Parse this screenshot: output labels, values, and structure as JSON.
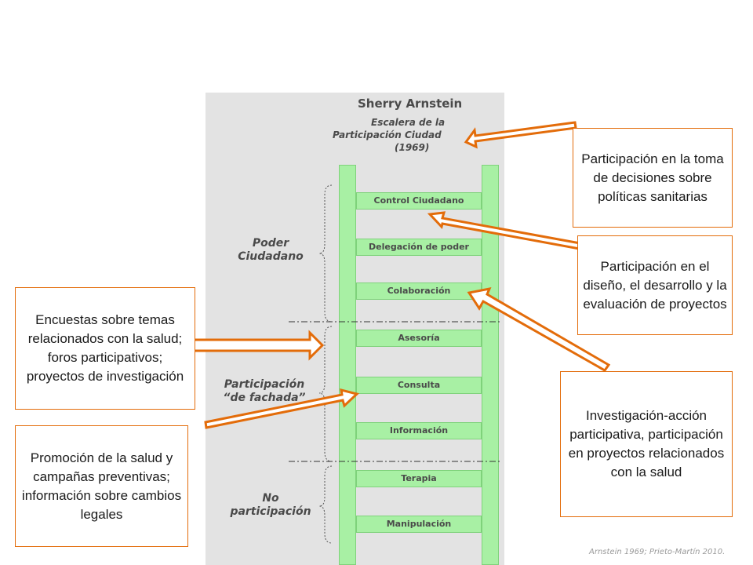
{
  "diagram": {
    "title": {
      "author": "Sherry Arnstein",
      "line1": "Escalera de la",
      "line2": "Participación Ciudad",
      "line3": "(1969)"
    },
    "groups": {
      "poder": [
        "Poder",
        "Ciudadano"
      ],
      "fachada": [
        "Participación",
        "“de fachada”"
      ],
      "no": [
        "No",
        "participación"
      ]
    },
    "rungs": [
      "Control Ciudadano",
      "Delegación de poder",
      "Colaboración",
      "Asesoría",
      "Consulta",
      "Información",
      "Terapia",
      "Manipulación"
    ]
  },
  "callouts": {
    "decisiones": "Participación en la toma de decisiones sobre políticas sanitarias",
    "diseno": "Participación en el diseño, el desarrollo y la evaluación de proyectos",
    "investigacion": "Investigación-acción participativa, participación en proyectos relacionados con la salud",
    "encuestas": "Encuestas sobre temas relacionados con la salud; foros participativos; proyectos de investigación",
    "promocion": "Promoción de la salud y campañas preventivas; información sobre cambios legales"
  },
  "citation": "Arnstein 1969; Prieto-Martín 2010.",
  "colors": {
    "rung_fill": "#a8f0a4",
    "panel": "#e3e3e3",
    "arrow_outline": "#e36c0a"
  }
}
